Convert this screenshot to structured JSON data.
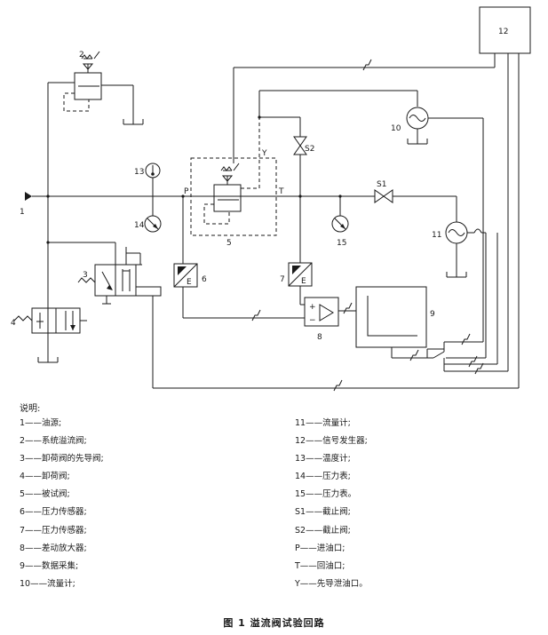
{
  "diagram": {
    "component_labels": {
      "1": "1",
      "2": "2",
      "3": "3",
      "4": "4",
      "5": "5",
      "6": "6",
      "7": "7",
      "8": "8",
      "9": "9",
      "10": "10",
      "11": "11",
      "12": "12",
      "13": "13",
      "14": "14",
      "15": "15",
      "S1": "S1",
      "S2": "S2",
      "P": "P",
      "T": "T",
      "Y": "Y",
      "E": "E"
    }
  },
  "legend": {
    "title": "说明:",
    "left": [
      "1——油源;",
      "2——系统溢流阀;",
      "3——卸荷阀的先导阀;",
      "4——卸荷阀;",
      "5——被试阀;",
      "6——压力传感器;",
      "7——压力传感器;",
      "8——差动放大器;",
      "9——数据采集;",
      "10——流量计;"
    ],
    "right": [
      "11——流量计;",
      "12——信号发生器;",
      "13——温度计;",
      "14——压力表;",
      "15——压力表。",
      "S1——截止阀;",
      "S2——截止阀;",
      "P——进油口;",
      "T——回油口;",
      "Y——先导泄油口。"
    ]
  },
  "caption": "图 1   溢流阀试验回路"
}
